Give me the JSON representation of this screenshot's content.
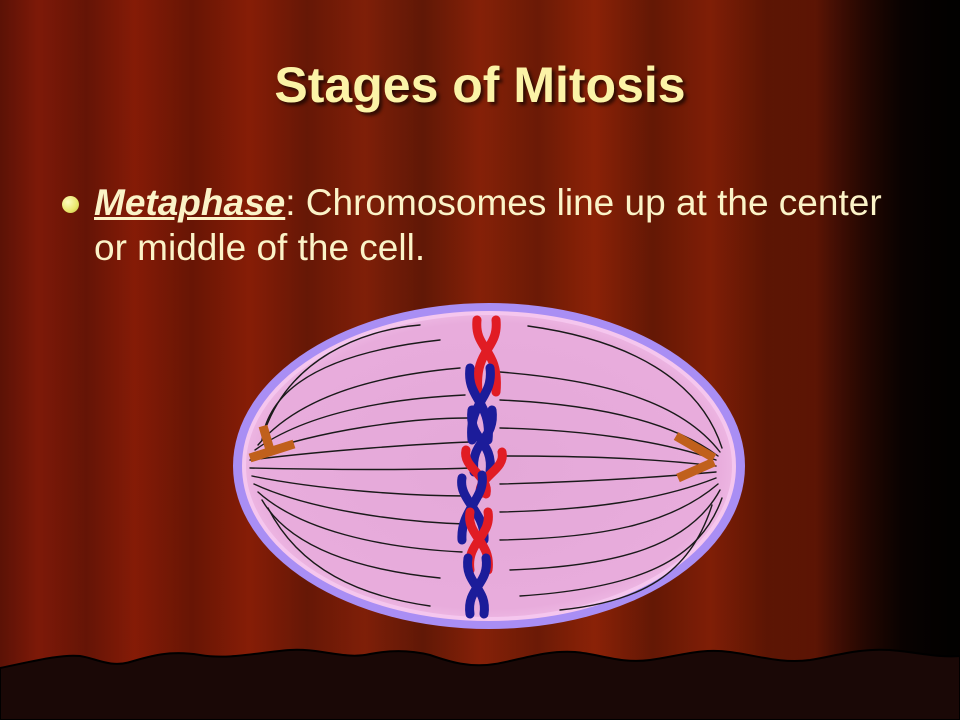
{
  "slide": {
    "title": "Stages of Mitosis",
    "bullet": {
      "term": "Metaphase",
      "separator": ":",
      "text": " Chromosomes line up at the center or middle of the cell."
    }
  },
  "colors": {
    "title": "#fbf3a7",
    "body_text": "#fbf3c8",
    "bullet": "#e9e66a",
    "cell_fill": "#f2b4e4",
    "cell_membrane": "#a98ef4",
    "chromosome_red": "#e11c24",
    "chromosome_blue": "#1c1c9a",
    "centriole": "#c0601c",
    "spindle_fiber": "#1a1a1a"
  },
  "diagram": {
    "subject": "cell in metaphase",
    "parts": [
      "cell-membrane",
      "cytoplasm",
      "spindle-fibers",
      "centrioles",
      "chromosomes"
    ],
    "chromosome_count": 6
  }
}
